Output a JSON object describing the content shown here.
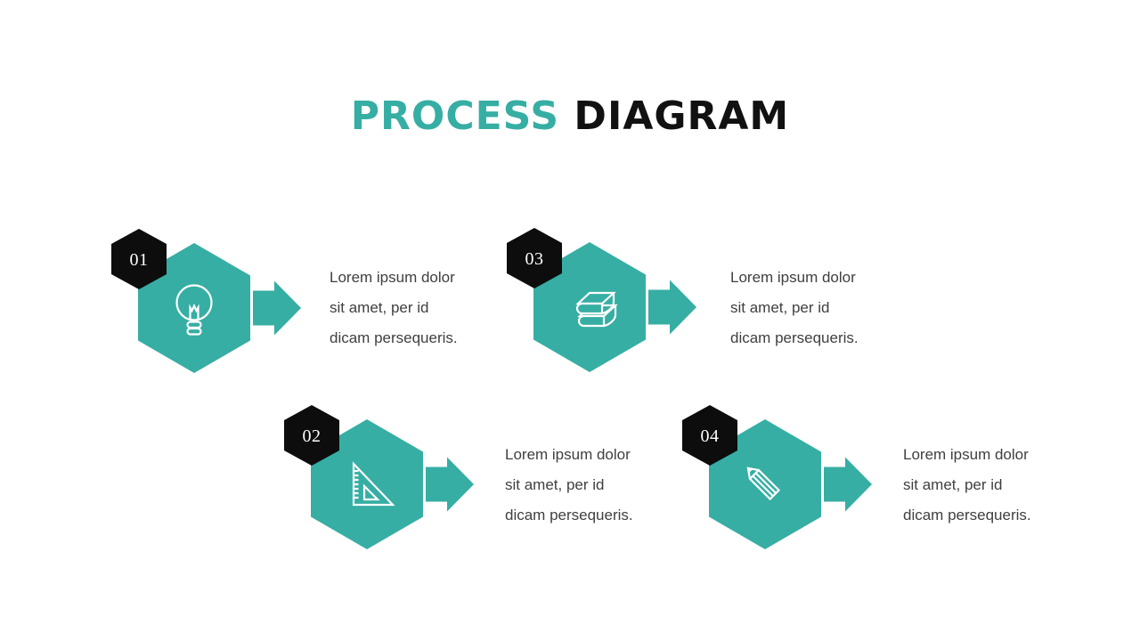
{
  "title": {
    "part1": "PROCESS",
    "part2": "DIAGRAM"
  },
  "colors": {
    "accent_teal": "#36AEA4",
    "badge_black": "#0D0D0D",
    "body_text": "#3F3F3F",
    "title_dark": "#111111",
    "icon_stroke": "#FFFFFF",
    "background": "#FFFFFF"
  },
  "steps": [
    {
      "number": "01",
      "icon": "lightbulb-icon",
      "lines": [
        "Lorem ipsum dolor",
        "sit amet, per id",
        "dicam persequeris."
      ]
    },
    {
      "number": "02",
      "icon": "set-square-icon",
      "lines": [
        "Lorem ipsum dolor",
        "sit amet, per id",
        "dicam persequeris."
      ]
    },
    {
      "number": "03",
      "icon": "books-icon",
      "lines": [
        "Lorem ipsum dolor",
        "sit amet, per id",
        "dicam persequeris."
      ]
    },
    {
      "number": "04",
      "icon": "pencil-icon",
      "lines": [
        "Lorem ipsum dolor",
        "sit amet, per id",
        "dicam persequeris."
      ]
    }
  ]
}
